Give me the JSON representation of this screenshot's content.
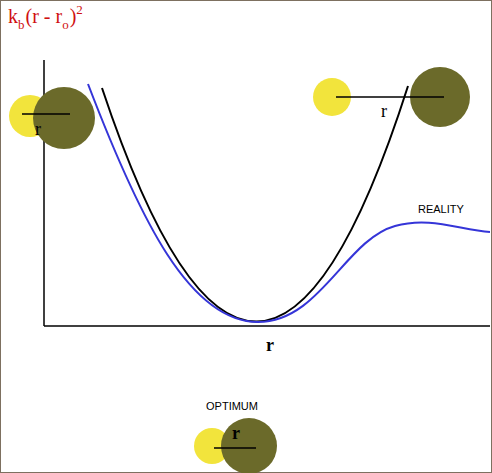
{
  "diagram": {
    "labels": [
      "k",
      "b",
      "(r - r",
      "o",
      ")",
      "2",
      "r",
      "r",
      "REALITY",
      "r",
      "OPTIMUM",
      "r"
    ]
  }
}
